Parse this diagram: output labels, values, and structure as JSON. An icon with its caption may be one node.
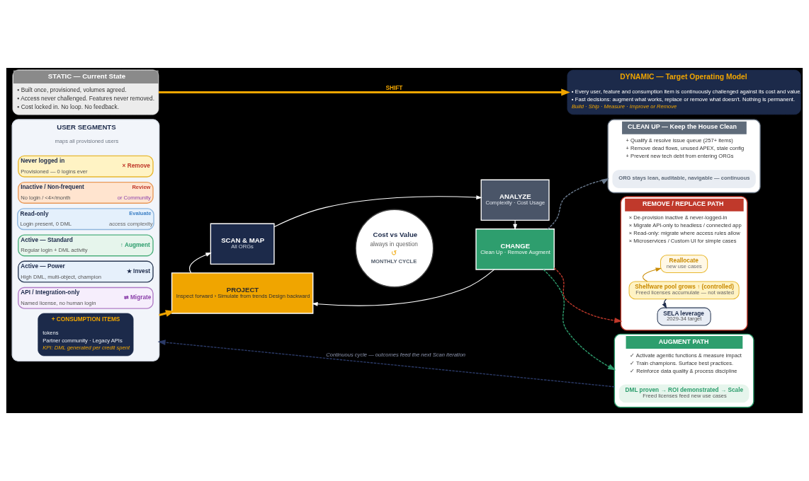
{
  "diagram": {
    "nodes": [
      {
        "text": [
          "STATIC — Current State",
          "▪ Built once, provisioned, volumes agreed.",
          "▪ Access never challenged. Features never removed.",
          "▪ Cost locked in. No loop. No feedback."
        ]
      },
      {
        "text": [
          "DYNAMIC — Target Operating Model",
          "▪ Every user, feature and consumption item is continuously challenged against its cost and value.",
          "▪ Fast decisions: augment what works, replace or remove what doesn't. Nothing is permanent.",
          "Build · Ship · Measure · Improve or Remove"
        ]
      },
      {
        "text": [
          "USER SEGMENTS",
          "maps all provisioned users"
        ]
      },
      {
        "text": [
          "Never logged in",
          "Provisioned — 0 logins ever",
          "× Remove"
        ],
        "in": 2
      },
      {
        "text": [
          "Inactive / Non-frequent",
          "No login / <4×/month",
          "Review",
          "or Community"
        ],
        "in": 2
      },
      {
        "text": [
          "Read-only",
          "Login present, 0 DML",
          "Evaluate",
          "access complexity"
        ],
        "in": 2
      },
      {
        "text": [
          "Active — Standard",
          "Regular login + DML activity",
          "↑ Augment"
        ],
        "in": 2
      },
      {
        "text": [
          "Active — Power",
          "High DML, multi-object, champion",
          "★ Invest"
        ],
        "in": 2
      },
      {
        "text": [
          "API / Integration-only",
          "Named license, no human login",
          "⇄ Migrate"
        ],
        "in": 2
      },
      {
        "text": [
          "+ CONSUMPTION ITEMS",
          "tokens",
          "Partner community · Legacy APIs",
          "KPI: DML generated per credit spent"
        ],
        "in": 2
      },
      {
        "text": [
          "SCAN & MAP",
          "All ORGs"
        ]
      },
      {
        "text": [
          "ANALYZE",
          "Complexity · Cost Usage"
        ]
      },
      {
        "text": [
          "Cost vs Value",
          "always in question",
          "↺",
          "MONTHLY CYCLE"
        ]
      },
      {
        "text": [
          "PROJECT",
          "Inspect forward › Simulate from trends Design backward"
        ]
      },
      {
        "text": [
          "CHANGE",
          "Clean Up · Remove Augment"
        ]
      },
      {
        "text": [
          "CLEAN UP — Keep the House Clean",
          "+ Qualify & resolve issue queue (257+ items)",
          "+ Remove dead flows, unused APEX, stale config",
          "+ Prevent new tech debt from entering ORGs"
        ]
      },
      {
        "text": [
          "ORG stays lean, auditable, navigable — continuous"
        ],
        "in": 15
      },
      {
        "text": [
          "REMOVE / REPLACE PATH",
          "× De-provision inactive & never-logged-in",
          "× Migrate API-only to headless / connected app",
          "× Read-only: migrate where access rules allow",
          "× Microservices / Custom UI for simple cases"
        ]
      },
      {
        "text": [
          "Shelfware pool grows ↑ (controlled)",
          "Freed licenses accumulate — not wasted"
        ],
        "in": 17
      },
      {
        "text": [
          "Reallocate",
          "new use cases"
        ],
        "in": 17
      },
      {
        "text": [
          "SELA leverage",
          "2029-34 target"
        ],
        "in": 17
      },
      {
        "text": [
          "AUGMENT PATH",
          "✓ Activate agentic functions & measure impact",
          "✓ Train champions. Surface best practices.",
          "✓ Reinforce data quality & process discipline"
        ]
      },
      {
        "text": [
          "DML proven → ROI demonstrated → Scale",
          "Freed licenses feed new use cases"
        ],
        "in": 21
      }
    ],
    "edges": [
      {
        "from": 0,
        "to": 1,
        "arrow": "to",
        "label": "SHIFT",
        "style": "thick",
        "color": "#f0a500"
      },
      {
        "from": 2,
        "to": 13,
        "arrow": "to",
        "style": "thick",
        "color": "#f0a500"
      },
      {
        "from": 10,
        "to": 11,
        "arrow": "to",
        "color": "#ffffff"
      },
      {
        "from": 11,
        "to": 14,
        "arrow": "to",
        "color": "#ffffff"
      },
      {
        "from": 14,
        "to": 13,
        "arrow": "to",
        "color": "#ffffff"
      },
      {
        "from": 13,
        "to": 10,
        "arrow": "to",
        "color": "#ffffff"
      },
      {
        "from": 14,
        "to": 15,
        "arrow": "to",
        "style": "dashed",
        "color": "#6b7b8f"
      },
      {
        "from": 14,
        "to": 17,
        "arrow": "to",
        "style": "dashed",
        "color": "#c0392b"
      },
      {
        "from": 14,
        "to": 21,
        "arrow": "to",
        "style": "dashed",
        "color": "#2e9e6e"
      },
      {
        "from": 18,
        "to": 19,
        "arrow": "to",
        "color": "#c98a00"
      },
      {
        "from": 18,
        "to": 20,
        "arrow": "to",
        "color": "#1c2a4a"
      },
      {
        "from": 21,
        "to": 2,
        "arrow": "to",
        "label": "Continuous cycle — outcomes feed the next Scan iteration",
        "style": "dashed",
        "color": "#2b3a67"
      }
    ]
  }
}
